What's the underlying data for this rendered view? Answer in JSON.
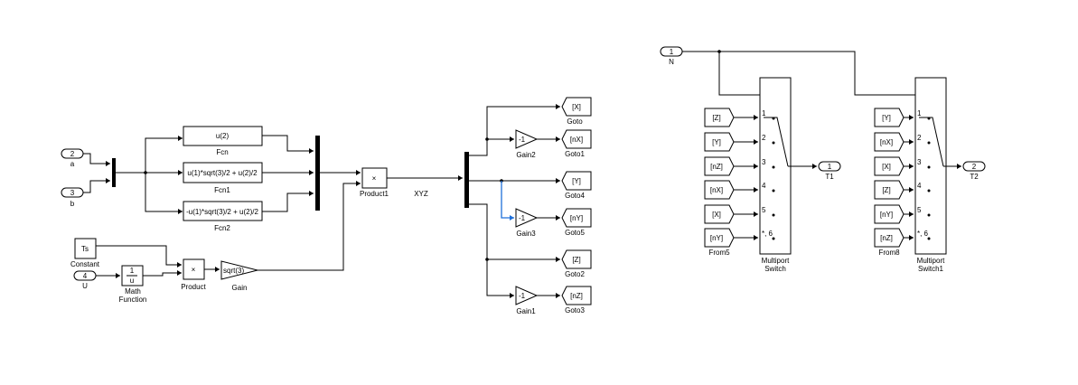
{
  "inports": {
    "a": {
      "num": "2",
      "label": "a"
    },
    "b": {
      "num": "3",
      "label": "b"
    },
    "u": {
      "num": "4",
      "label": "U"
    },
    "n": {
      "num": "1",
      "label": "N"
    }
  },
  "fcn": {
    "f0": {
      "expr": "u(2)",
      "label": "Fcn"
    },
    "f1": {
      "expr": "u(1)*sqrt(3)/2 + u(2)/2",
      "label": "Fcn1"
    },
    "f2": {
      "expr": "-u(1)*sqrt(3)/2 + u(2)/2",
      "label": "Fcn2"
    }
  },
  "constant": {
    "value": "Ts",
    "label": "Constant"
  },
  "math": {
    "top": "1",
    "bottom": "u",
    "label_line1": "Math",
    "label_line2": "Function"
  },
  "product": {
    "symbol": "×",
    "label": "Product"
  },
  "product1": {
    "symbol": "×",
    "label": "Product1"
  },
  "gain": {
    "value": "sqrt(3)",
    "label": "Gain"
  },
  "signal_label": "XYZ",
  "gains": {
    "g2": {
      "value": "-1",
      "label": "Gain2"
    },
    "g3": {
      "value": "-1",
      "label": "Gain3"
    },
    "g1": {
      "value": "-1",
      "label": "Gain1"
    }
  },
  "gotos": [
    {
      "tag": "[X]",
      "label": "Goto"
    },
    {
      "tag": "[nX]",
      "label": "Goto1"
    },
    {
      "tag": "[Y]",
      "label": "Goto4"
    },
    {
      "tag": "[nY]",
      "label": "Goto5"
    },
    {
      "tag": "[Z]",
      "label": "Goto2"
    },
    {
      "tag": "[nZ]",
      "label": "Goto3"
    }
  ],
  "switch1": {
    "froms": [
      "[Z]",
      "[Y]",
      "[nZ]",
      "[nX]",
      "[X]",
      "[nY]"
    ],
    "from_label": "From5",
    "ports": [
      "1",
      "2",
      "3",
      "4",
      "5",
      "*, 6"
    ],
    "label_line1": "Multiport",
    "label_line2": "Switch",
    "out": {
      "num": "1",
      "label": "T1"
    }
  },
  "switch2": {
    "froms": [
      "[Y]",
      "[nX]",
      "[X]",
      "[Z]",
      "[nY]",
      "[nZ]"
    ],
    "from_label": "From8",
    "ports": [
      "1",
      "2",
      "3",
      "4",
      "5",
      "*, 6"
    ],
    "label_line1": "Multiport",
    "label_line2": "Switch1",
    "out": {
      "num": "2",
      "label": "T2"
    }
  }
}
